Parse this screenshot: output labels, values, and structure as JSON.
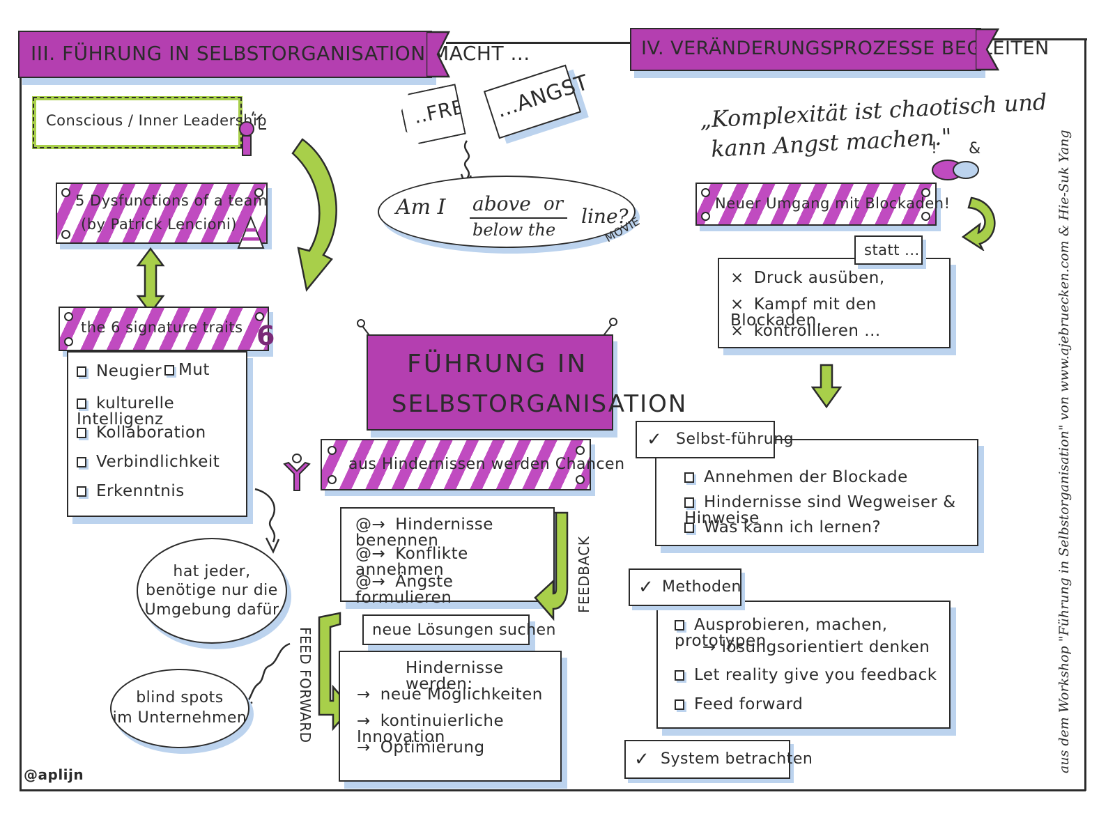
{
  "sections": {
    "left": {
      "banner_title": "III. FÜHRUNG IN SELBSTORGANISATION MACHT ...",
      "conscious_box": "Conscious / Inner Leadership",
      "dysfunctions": {
        "line1": "5 Dysfunctions of a team",
        "line2": "(by Patrick Lencioni)"
      },
      "signature_traits": {
        "title": "the 6 signature traits",
        "badge": "6"
      },
      "traits": [
        "Neugier",
        "Mut",
        "kulturelle Intelligenz",
        "Kollaboration",
        "Verbindlichkeit",
        "Erkenntnis"
      ],
      "cloud_1": [
        "hat jeder,",
        "benötige nur die",
        "Umgebung dafür"
      ],
      "cloud_2": [
        "blind spots",
        "im Unternehmen"
      ],
      "signature": "@aplijn"
    },
    "center": {
      "tag_frei": "..FREI",
      "tag_angst": "...ANGST",
      "cloud_question": {
        "prefix": "Am I",
        "above": "above",
        "or": "or",
        "below": "below the",
        "suffix": "line?"
      },
      "movie_label": "MOVIE",
      "main_sign": {
        "line1": "FÜHRUNG IN",
        "line2": "SELBSTORGANISATION"
      },
      "chances_banner": "aus Hindernissen werden Chancen",
      "actions": [
        "Hindernisse benennen",
        "Konflikte annehmen",
        "Ängste formulieren"
      ],
      "feedback_label": "FEEDBACK",
      "feed_forward_label": "FEED FORWARD",
      "new_solutions": "neue Lösungen suchen",
      "obstacles_title": "Hindernisse werden:",
      "obstacles": [
        "neue Möglichkeiten",
        "kontinuierliche Innovation",
        "Optimierung"
      ]
    },
    "right": {
      "banner_title": "IV. VERÄNDERUNGSPROZESSE BEGLEITEN",
      "quote_line1": "„Komplexität ist chaotisch und",
      "quote_line2": "kann Angst machen.\"",
      "blockade_banner": "Neuer Umgang mit Blockaden!",
      "instead_label": "statt ...",
      "instead_items": [
        "Druck ausüben,",
        "Kampf mit den Blockaden,",
        "kontrollieren ..."
      ],
      "self_leadership": {
        "title": "Selbst-führung",
        "items": [
          "Annehmen der Blockade",
          "Hindernisse sind Wegweiser & Hinweise",
          "Was kann ich lernen?"
        ]
      },
      "methods": {
        "title": "Methoden",
        "items": [
          "Ausprobieren, machen, prototypen",
          "→ lösungsorientiert denken",
          "Let reality give you feedback",
          "Feed forward"
        ]
      },
      "system": {
        "title": "System betrachten"
      },
      "credit": "aus dem Workshop \"Führung in Selbstorganisation\" von www.ajebruecken.com & Hie-Suk Yang"
    }
  },
  "colors": {
    "magenta": "#b43fb0",
    "green": "#a8cf4a",
    "shadow_blue": "#bcd3ee",
    "ink": "#2b2b2b"
  }
}
